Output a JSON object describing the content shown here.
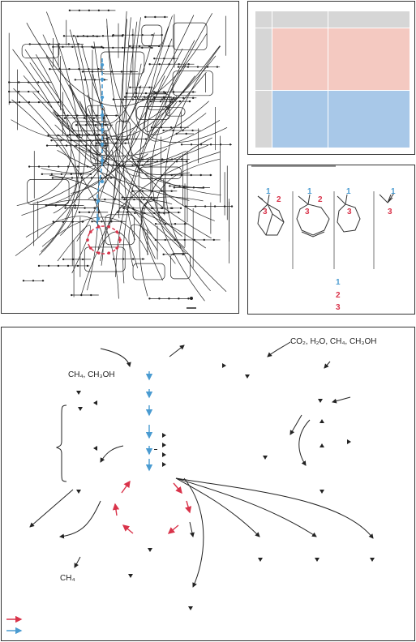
{
  "panel_c": {
    "labels": [
      "1",
      "2",
      "3",
      "1",
      "2",
      "3",
      "1",
      "3",
      "1",
      "3"
    ],
    "legend": [
      "1",
      "2",
      "3"
    ]
  },
  "panel_d": {
    "top_formula": "CO₂, H₂O, CH₄, CH₃OH",
    "left_formula": "CH₄, CH₃OH",
    "bottom_formula": "CH₄"
  },
  "colors": {
    "red": "#d9334a",
    "blue": "#4a9bd1",
    "pink": "#f4c9c1",
    "light_blue": "#a8c8e8",
    "gray": "#d6d6d6"
  }
}
